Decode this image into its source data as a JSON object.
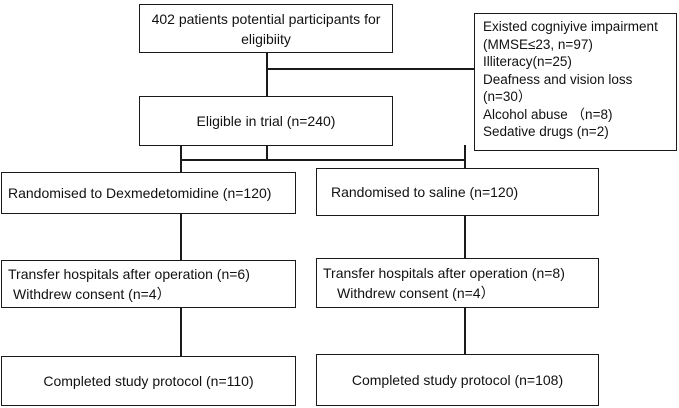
{
  "boxes": {
    "potential": {
      "line1": "402 patients potential participants for",
      "line2": "eligibiity"
    },
    "exclusion": [
      "Existed cogniyive impairment",
      "(MMSE≤23, n=97)",
      "Illiteracy(n=25)",
      "Deafness and vision loss",
      "(n=30）",
      "Alcohol abuse （n=8)",
      "Sedative drugs (n=2)"
    ],
    "eligible": "Eligible in trial (n=240)",
    "rand_dex": "Randomised to Dexmedetomidine (n=120)",
    "rand_saline": "Randomised to saline (n=120)",
    "left_transfer": {
      "line1": "Transfer hospitals after operation (n=6)",
      "line2": "Withdrew consent (n=4）"
    },
    "right_transfer": {
      "line1": "Transfer hospitals after operation (n=8)",
      "line2": "Withdrew consent (n=4）"
    },
    "left_complete": "Completed study protocol (n=110)",
    "right_complete": "Completed study protocol (n=108)"
  }
}
